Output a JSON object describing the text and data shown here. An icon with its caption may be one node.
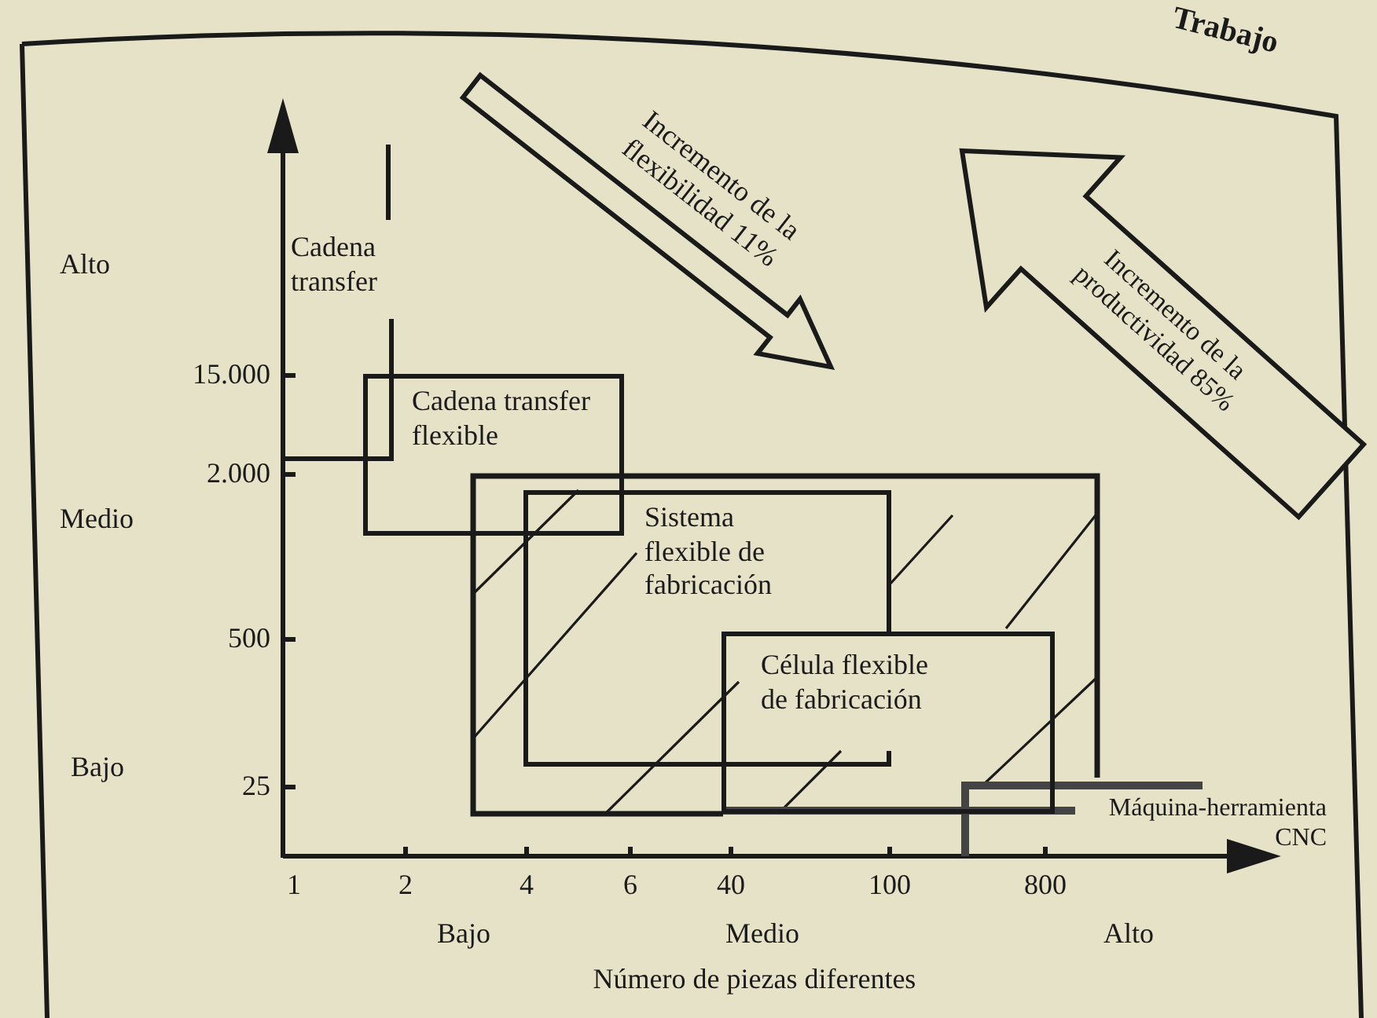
{
  "diagram": {
    "nodes": [
      {
        "text": [
          "Cadena transfer flexible"
        ]
      },
      {
        "text": [
          "Sistema flexible de fabricación"
        ]
      },
      {
        "text": [
          "Célula flexible de fabricación"
        ]
      }
    ],
    "labels": [
      "Trabajo",
      "Incremento de la flexibilidad 11%",
      "Incremento de la productividad 85%",
      "Alto",
      "Cadena transfer",
      "15.000",
      "2.000",
      "Medio",
      "500",
      "Bajo",
      "25",
      "Máquina-herramienta CNC",
      "1",
      "2",
      "4",
      "6",
      "40",
      "100",
      "800",
      "Bajo",
      "Medio",
      "Alto",
      "Número de piezas diferentes"
    ]
  }
}
